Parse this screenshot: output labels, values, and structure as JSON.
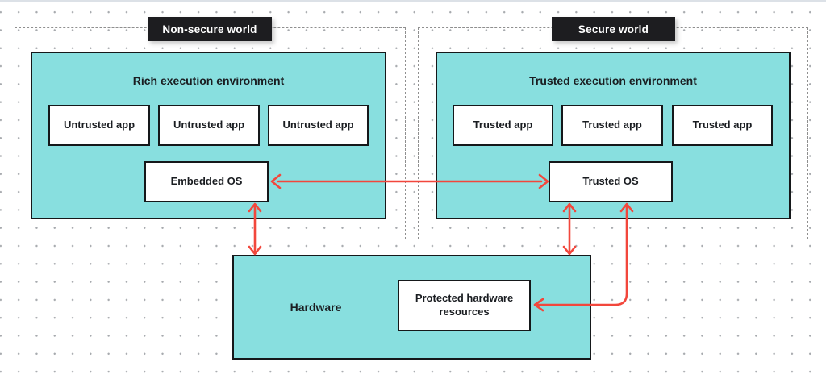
{
  "colors": {
    "environment_fill": "#88dfdf",
    "box_border": "#15181a",
    "arrow": "#f2473c",
    "label_bg": "#1d1d20",
    "label_text": "#ffffff",
    "dashed_border": "#8f8f8f",
    "text": "#1a1d21"
  },
  "non_secure_world": {
    "label": "Non-secure world",
    "environment_title": "Rich execution environment",
    "apps": [
      "Untrusted app",
      "Untrusted app",
      "Untrusted app"
    ],
    "os_label": "Embedded OS"
  },
  "secure_world": {
    "label": "Secure world",
    "environment_title": "Trusted execution environment",
    "apps": [
      "Trusted app",
      "Trusted app",
      "Trusted app"
    ],
    "os_label": "Trusted OS"
  },
  "hardware": {
    "label": "Hardware",
    "protected_resources_label": "Protected hardware resources"
  }
}
